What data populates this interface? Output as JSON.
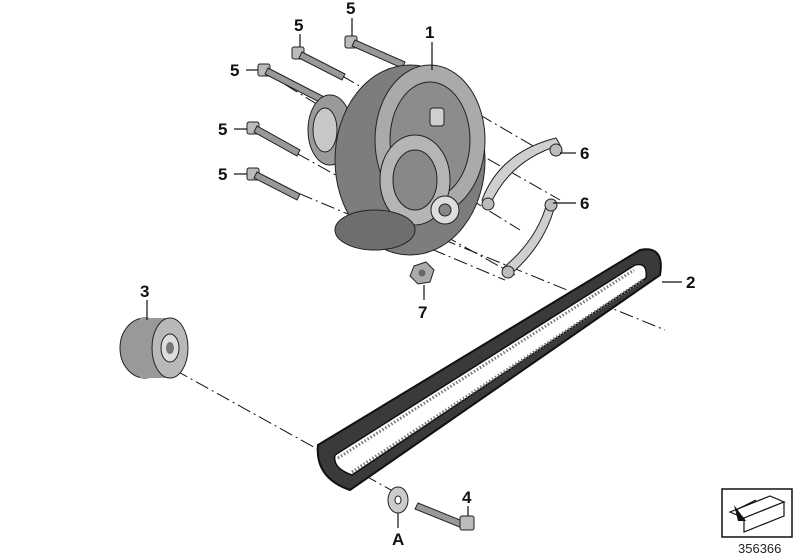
{
  "diagram": {
    "part_labels": [
      "1",
      "2",
      "3",
      "4",
      "5",
      "5",
      "5",
      "5",
      "5",
      "6",
      "6",
      "7",
      "A"
    ],
    "document_number": "356366",
    "navigation_icon": "arrow-page-icon"
  }
}
